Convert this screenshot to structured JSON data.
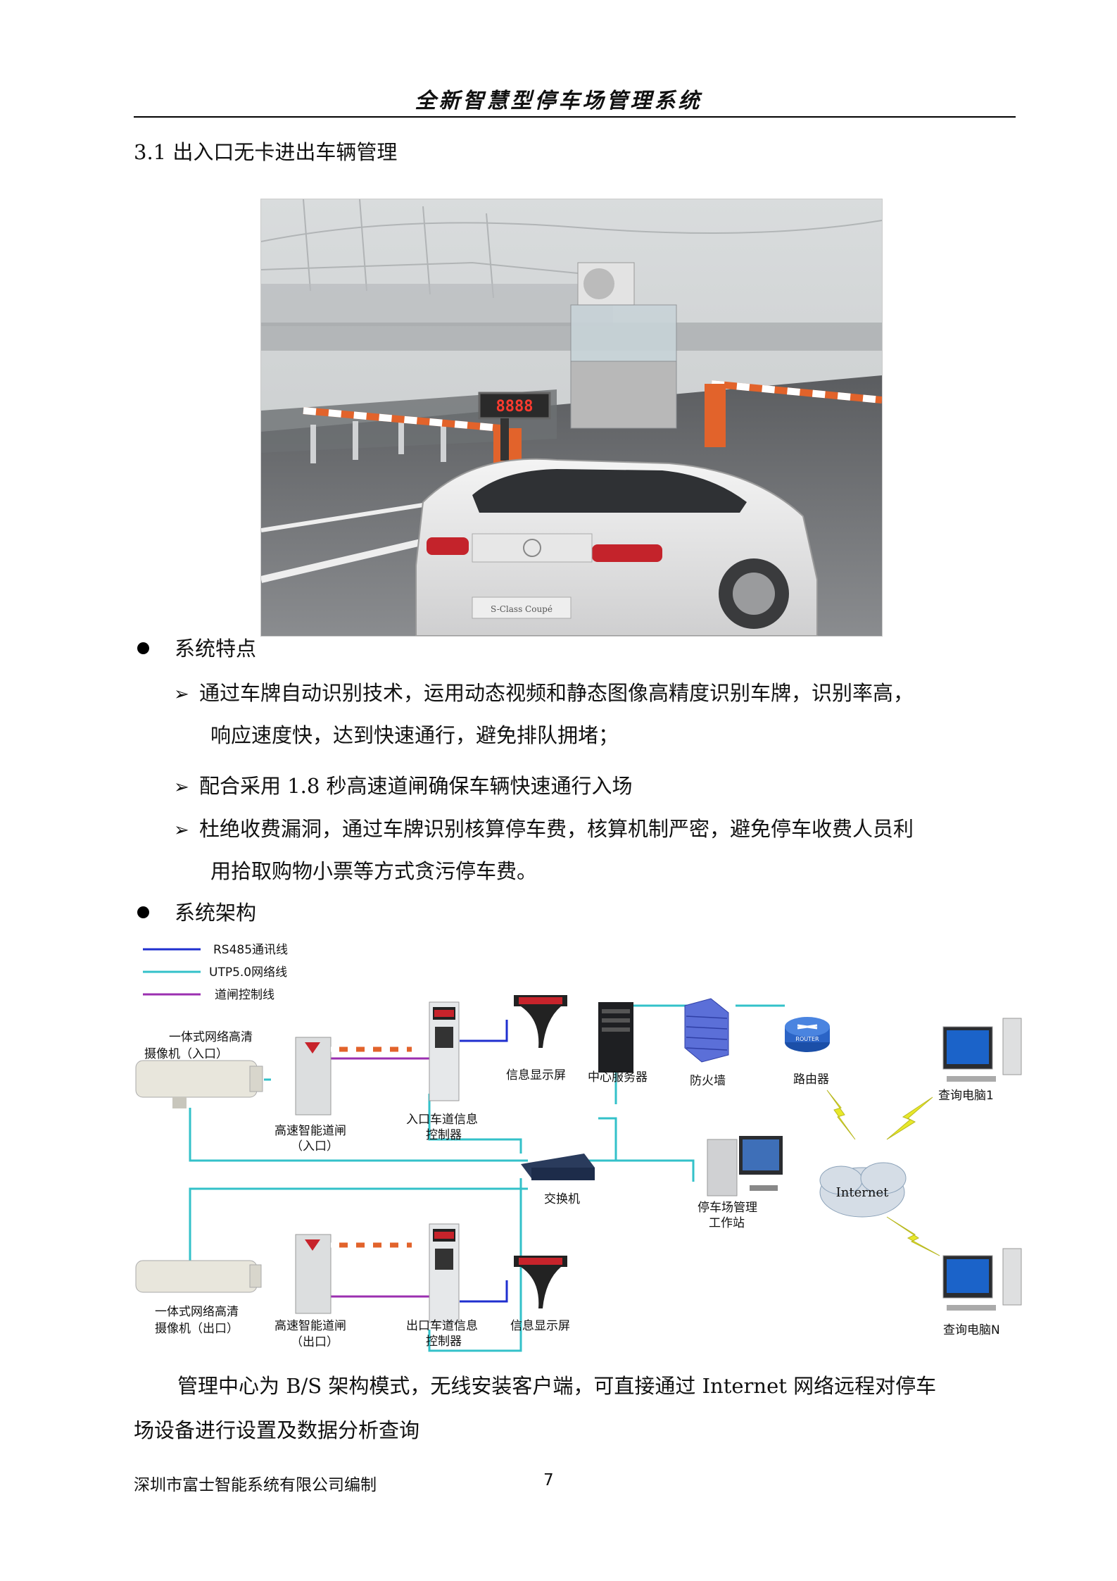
{
  "header": {
    "title": "全新智慧型停车场管理系统"
  },
  "section": {
    "title": "3.1 出入口无卡进出车辆管理"
  },
  "photo": {
    "led_display": "8888",
    "car_badge": "S-Class Coupé"
  },
  "features": {
    "heading": "系统特点",
    "items": [
      {
        "line1": "通过车牌自动识别技术，运用动态视频和静态图像高精度识别车牌，识别率高，",
        "line2": "响应速度快，达到快速通行，避免排队拥堵；"
      },
      {
        "line1": "配合采用 1.8 秒高速道闸确保车辆快速通行入场",
        "line2": ""
      },
      {
        "line1": "杜绝收费漏洞，通过车牌识别核算停车费，核算机制严密，避免停车收费人员利",
        "line2": "用拾取购物小票等方式贪污停车费。"
      }
    ]
  },
  "architecture": {
    "heading": "系统架构",
    "legend": [
      {
        "label": "RS485通讯线",
        "color": "#1f2fcf"
      },
      {
        "label": "UTP5.0网络线",
        "color": "#33c1c9"
      },
      {
        "label": "道闸控制线",
        "color": "#9b2fb0"
      }
    ],
    "labels": {
      "camera_in_1": "一体式网络高清",
      "camera_in_2": "摄像机（入口）",
      "barrier_in_1": "高速智能道闸",
      "barrier_in_2": "（入口）",
      "controller_in_1": "入口车道信息",
      "controller_in_2": "控制器",
      "display_in": "信息显示屏",
      "server": "中心服务器",
      "firewall": "防火墙",
      "router": "路由器",
      "router_badge": "ROUTER",
      "query_pc_1": "查询电脑1",
      "switch": "交换机",
      "workstation_1": "停车场管理",
      "workstation_2": "工作站",
      "internet": "Internet",
      "query_pc_n": "查询电脑N",
      "camera_out_1": "一体式网络高清",
      "camera_out_2": "摄像机（出口）",
      "barrier_out_1": "高速智能道闸",
      "barrier_out_2": "（出口）",
      "controller_out_1": "出口车道信息",
      "controller_out_2": "控制器",
      "display_out": "信息显示屏"
    }
  },
  "paragraph": {
    "line1": "管理中心为 B/S 架构模式，无线安装客户端，可直接通过 Internet 网络远程对停车",
    "line2": "场设备进行设置及数据分析查询"
  },
  "footer": {
    "company": "深圳市富士智能系统有限公司编制",
    "page": "7"
  },
  "colors": {
    "rs485": "#1f2fcf",
    "utp": "#33c1c9",
    "control": "#9b2fb0",
    "barrier_arm": "#e2632b",
    "lightning": "#e8e82a"
  }
}
